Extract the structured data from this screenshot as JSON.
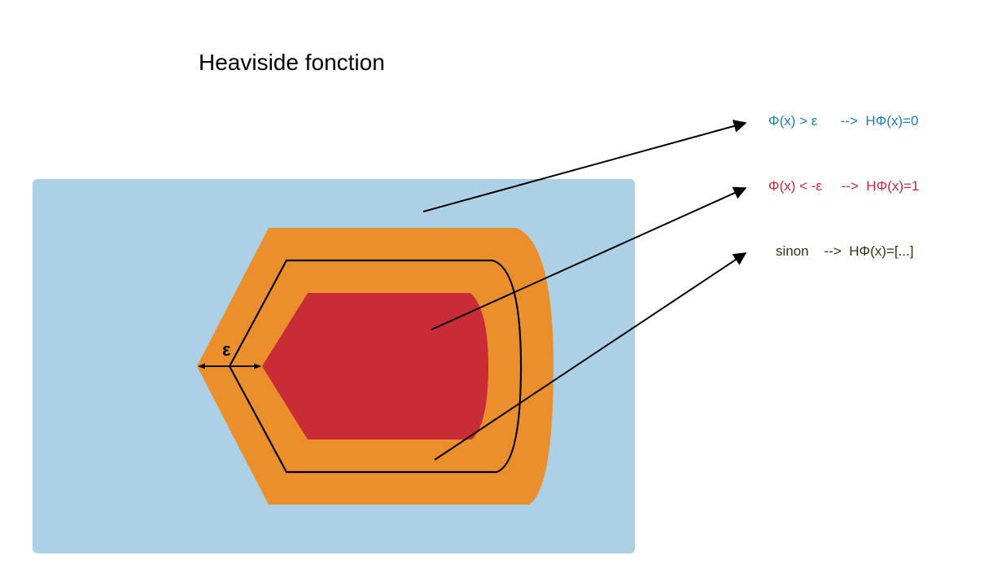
{
  "title": "Heaviside fonction",
  "epsilon_symbol": "ε",
  "legend": {
    "outside": {
      "text": "Φ(x) > ε      -->  HΦ(x)=0",
      "color": "#1a7fba"
    },
    "inside": {
      "text": "Φ(x) < -ε     -->  HΦ(x)=1",
      "color": "#c8283a"
    },
    "band": {
      "text": "sinon    -->  HΦ(x)=[...]",
      "color": "#3a2f12"
    }
  },
  "colors": {
    "background_region": "#acd1e6",
    "band_region": "#eb8f2d",
    "inner_region": "#c92b37",
    "contour": "#000000",
    "arrow": "#000000"
  }
}
